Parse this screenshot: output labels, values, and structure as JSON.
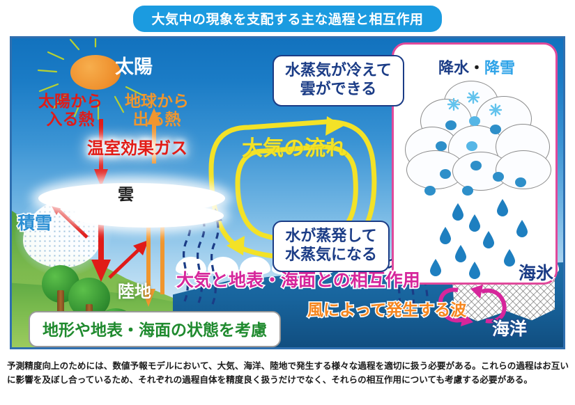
{
  "title": "大気中の現象を支配する主な過程と相互作用",
  "scene": {
    "labels": {
      "sun": "太陽",
      "heat_in": "太陽から\n入る熱",
      "heat_in_line1": "太陽から",
      "heat_in_line2": "入る熱",
      "heat_out_line1": "地球から",
      "heat_out_line2": "出る熱",
      "greenhouse_gas": "温室効果ガス",
      "cloud": "雲",
      "snow_cover": "積雪",
      "land": "陸地",
      "air_flow": "大気の流れ",
      "interaction": "大気と地表・海面との相互作用",
      "wind_waves": "風によって発生する波",
      "sea_ice": "海氷",
      "ocean": "海洋"
    },
    "precip_panel": {
      "title_word1": "降水",
      "title_dot": "・",
      "title_word2": "降雪"
    },
    "bubbles": {
      "condense_line1": "水蒸気が冷えて",
      "condense_line2": "雲ができる",
      "evaporate_line1": "水が蒸発して",
      "evaporate_line2": "水蒸気になる"
    },
    "green_box": "地形や地表・海面の状態を考慮"
  },
  "caption": "予測精度向上のためには、数値予報モデルにおいて、大気、海洋、陸地で発生する様々な過程を適切に扱う必要がある。これらの過程はお互いに影響を及ぼし合っているため、それぞれの過程自体を精度良く扱うだけでなく、それらの相互作用についても考慮する必要がある。",
  "colors": {
    "title_pill": "#1B9BE0",
    "frame_border": "#2F6FAF",
    "heat_in_red": "#E01B18",
    "heat_out_orange": "#F0962E",
    "greenhouse_red": "#E21C16",
    "airflow_yellow": "#F3E227",
    "interaction_magenta": "#D6269B",
    "wave_magenta": "#D6269B",
    "wind_wave_orange": "#F5861F",
    "precip_panel_border": "#E0499B",
    "bubble_border": "#1B3C86",
    "snow_label_blue": "#2C8FD4",
    "sea_ice_navy": "#1B3C86",
    "green_text": "#1F8A2E",
    "sun_orange": "#EE8E2B",
    "evaporation_dashed": "#1B3C86",
    "ocean_blue": "#18659E"
  }
}
